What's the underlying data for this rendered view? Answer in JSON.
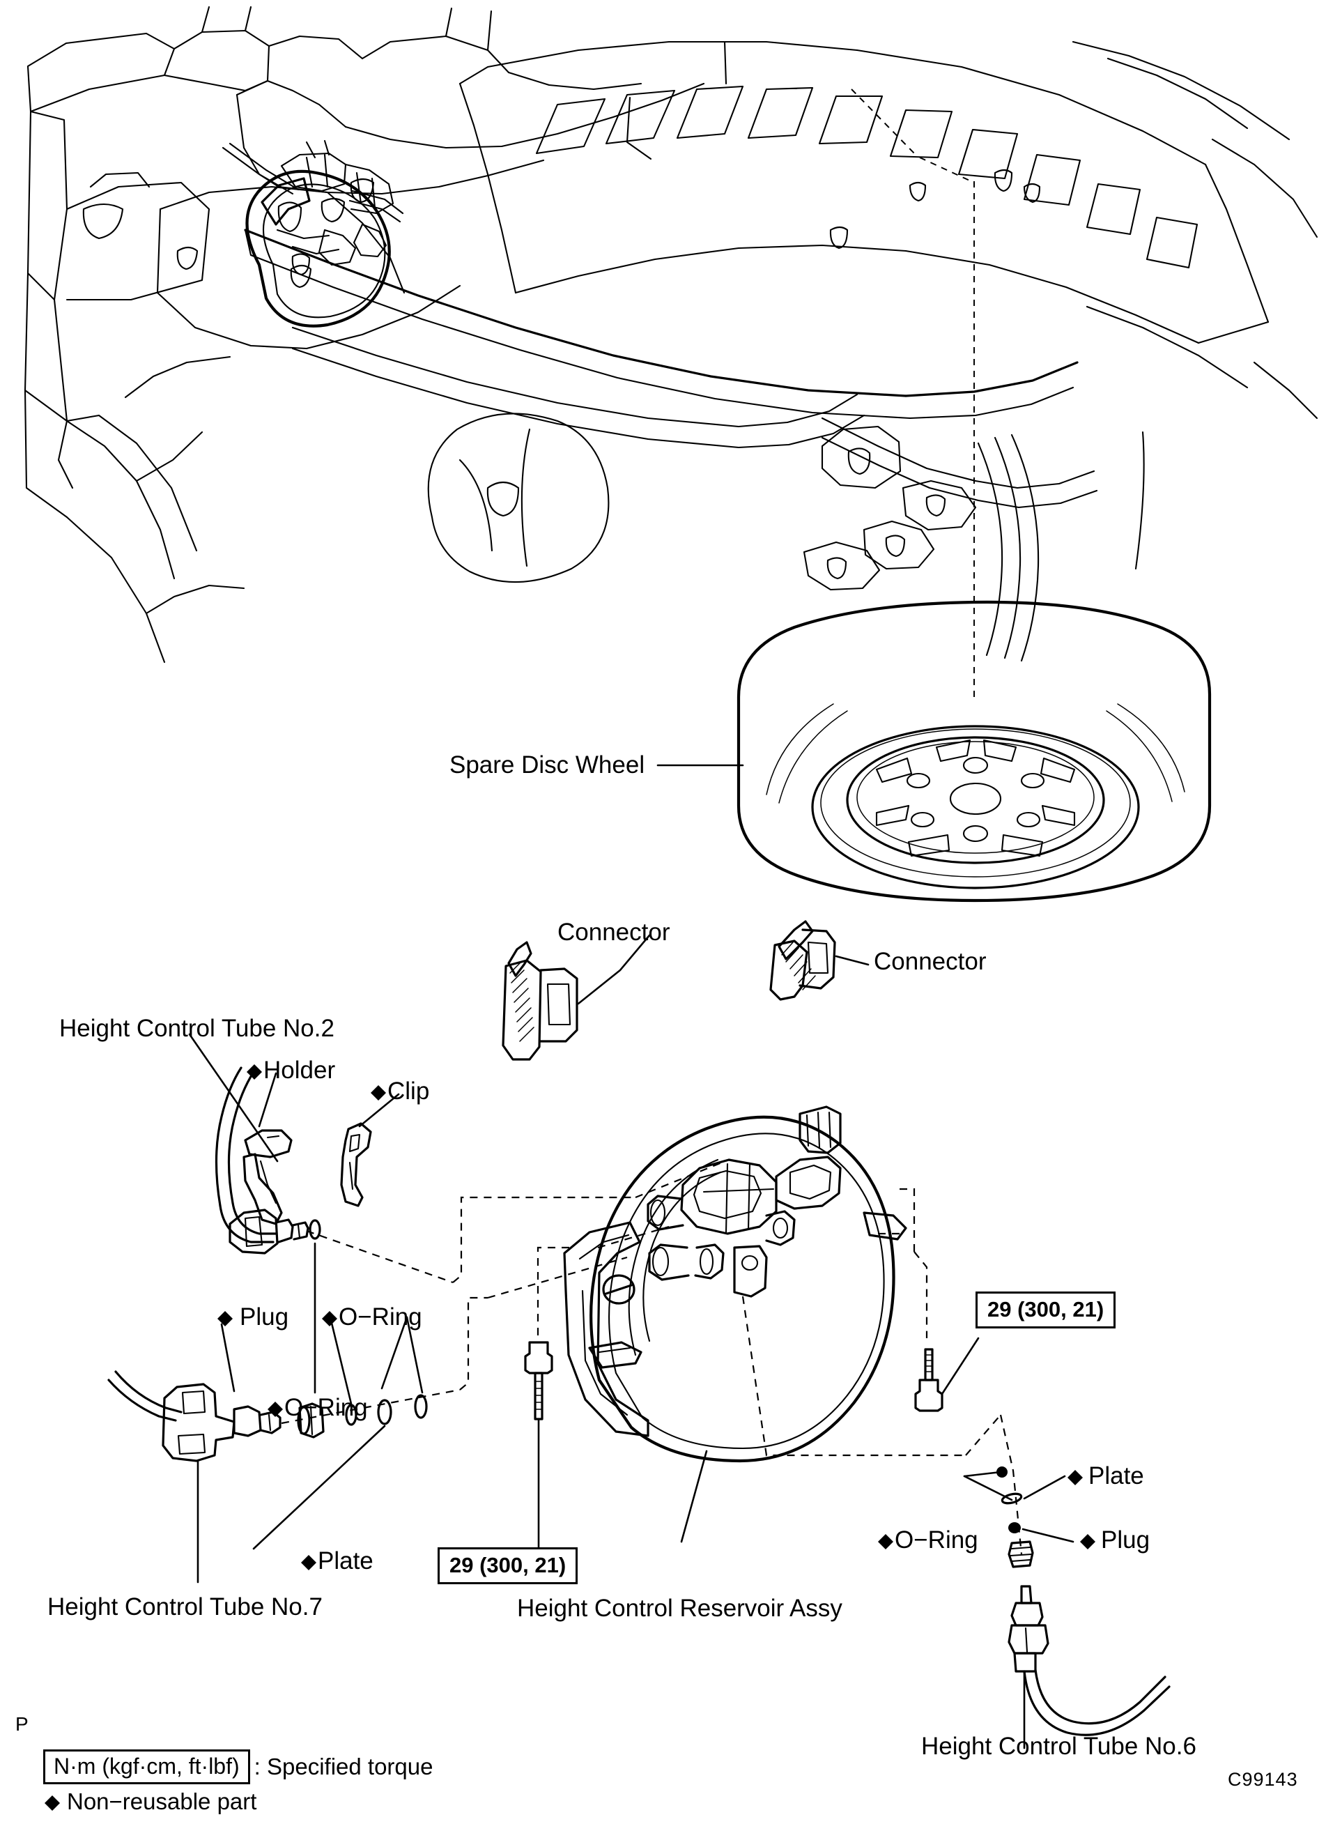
{
  "figure": {
    "code": "C99143",
    "page_mark": "P"
  },
  "callouts": {
    "spare_disc_wheel": "Spare Disc Wheel",
    "connector_left": "Connector",
    "connector_right": "Connector",
    "height_control_tube_no2": "Height Control Tube No.2",
    "holder": "Holder",
    "clip": "Clip",
    "o_ring_tube2": "O−Ring",
    "plug_left": "Plug",
    "o_ring_left": "O−Ring",
    "plate_left": "Plate",
    "height_control_tube_no7": "Height Control Tube No.7",
    "height_control_reservoir_assy": "Height Control Reservoir Assy",
    "plate_right": "Plate",
    "o_ring_right": "O−Ring",
    "plug_right": "Plug",
    "height_control_tube_no6": "Height Control Tube No.6"
  },
  "torque_specs": [
    {
      "id": "torque-left",
      "value": "29 (300, 21)"
    },
    {
      "id": "torque-right",
      "value": "29 (300, 21)"
    }
  ],
  "legend": {
    "torque_units": "N·m (kgf·cm, ft·lbf)",
    "torque_meaning": ": Specified torque",
    "non_reusable": "Non−reusable part"
  },
  "colors": {
    "ink": "#000000",
    "paper": "#ffffff"
  }
}
